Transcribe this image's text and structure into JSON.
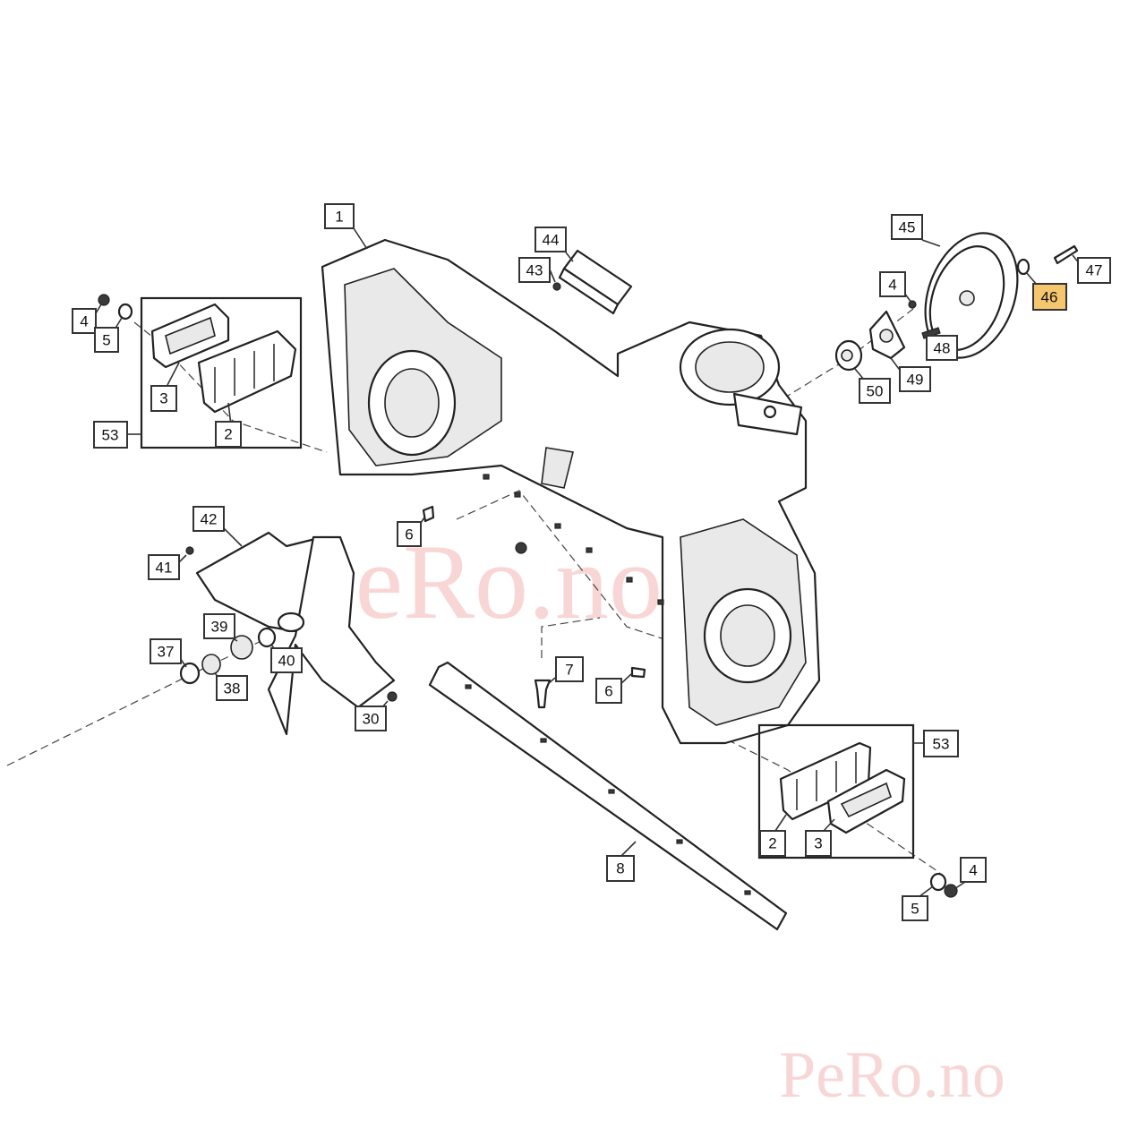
{
  "watermark": {
    "center": "PeRo.no",
    "corner": "PeRo.no"
  },
  "colors": {
    "highlight": "#f5c66e",
    "line": "#222222",
    "watermark": "#f8d6d6"
  },
  "callouts": {
    "c1": "1",
    "c44": "44",
    "c43": "43",
    "c45": "45",
    "c47": "47",
    "c46": "46",
    "c4a": "4",
    "c48": "48",
    "c49": "49",
    "c50": "50",
    "c4b": "4",
    "c5a": "5",
    "c3a": "3",
    "c2a": "2",
    "c53a": "53",
    "c6a": "6",
    "c42": "42",
    "c41": "41",
    "c39": "39",
    "c40": "40",
    "c37": "37",
    "c38": "38",
    "c30": "30",
    "c7": "7",
    "c6b": "6",
    "c53b": "53",
    "c2b": "2",
    "c3b": "3",
    "c8": "8",
    "c5b": "5",
    "c4c": "4"
  },
  "highlighted_part": "46"
}
